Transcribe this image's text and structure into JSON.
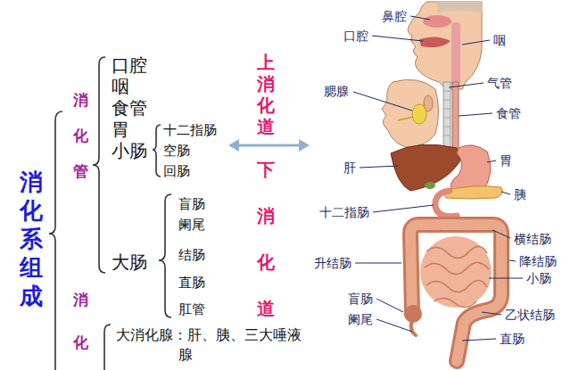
{
  "diagram": {
    "title": "消化系组成",
    "labels": [
      "消化管",
      "口腔",
      "咽",
      "食管",
      "胃",
      "小肠",
      "十二指肠",
      "空肠",
      "回肠",
      "上消化道",
      "下消化道",
      "盲肠",
      "阑尾",
      "结肠",
      "直肠",
      "肛管",
      "大肠",
      "消化",
      "大消化腺：肝、胰、三大唾液腺",
      "鼻腔",
      "口腔",
      "咽",
      "气管",
      "食管",
      "腮腺",
      "胃",
      "肝",
      "胰",
      "十二指肠",
      "横结肠",
      "升结肠",
      "降结肠",
      "小肠",
      "盲肠",
      "阑尾",
      "乙状结肠",
      "直肠"
    ]
  }
}
